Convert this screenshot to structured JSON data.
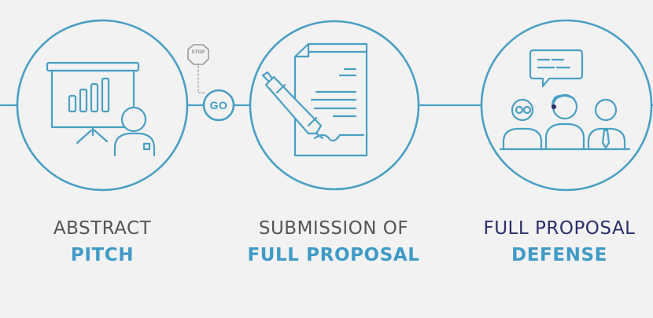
{
  "colors": {
    "line": "#4a9fc4",
    "background": "#f2f2f2",
    "caption_gray": "#555555",
    "caption_navy": "#2b2f6b",
    "caption_blue": "#3f9bc6"
  },
  "signs": {
    "stop": "STOP",
    "go": "GO"
  },
  "steps": [
    {
      "top": "ABSTRACT",
      "bottom": "PITCH",
      "icon": "presentation-board-icon"
    },
    {
      "top": "SUBMISSION OF",
      "bottom": "FULL PROPOSAL",
      "icon": "document-signing-icon"
    },
    {
      "top": "FULL PROPOSAL",
      "bottom": "DEFENSE",
      "icon": "panel-discussion-icon"
    }
  ]
}
